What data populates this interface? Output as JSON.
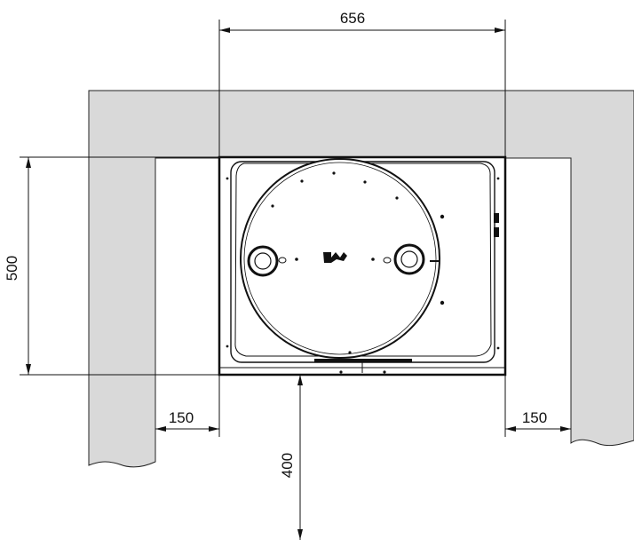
{
  "dimensions": {
    "width": "656",
    "height": "500",
    "left_clearance": "150",
    "right_clearance": "150",
    "front_clearance": "400"
  },
  "colors": {
    "wall": "#d9d9d9",
    "line": "#111111",
    "appliance": "#ffffff"
  }
}
